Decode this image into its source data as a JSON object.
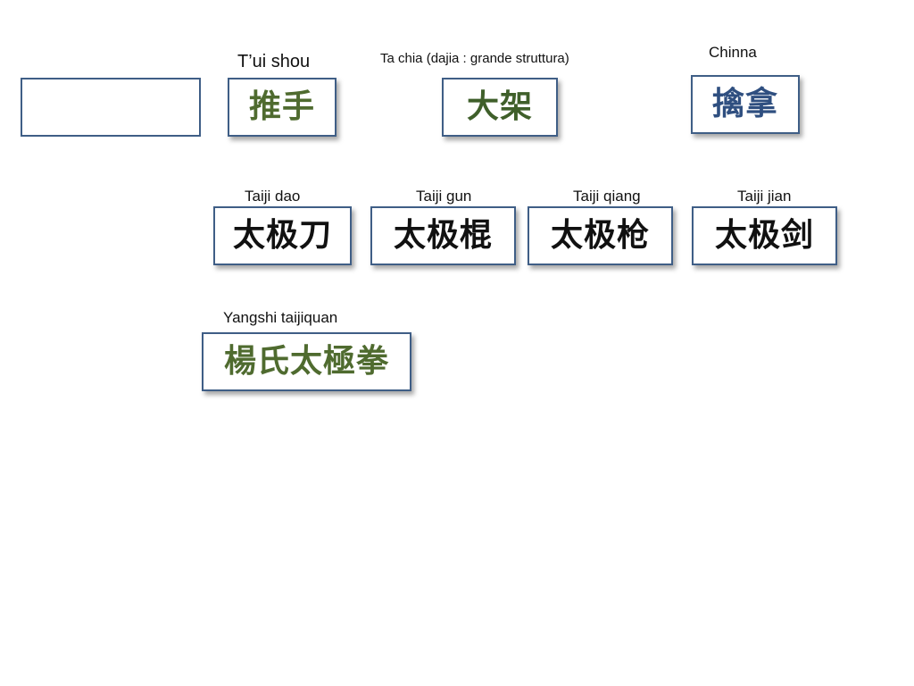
{
  "colors": {
    "border": "#3f5e86",
    "green_text": "#4f6b2f",
    "blue_text": "#2f4f80",
    "black_text": "#111111"
  },
  "items": {
    "tuishou": {
      "caption": "T’ui shou",
      "hanzi": "推手"
    },
    "dajia": {
      "caption": "Ta chia (dajia : grande struttura)",
      "hanzi": "大架"
    },
    "chinna": {
      "caption": "Chinna",
      "hanzi": "擒拿"
    },
    "dao": {
      "caption": "Taiji dao",
      "hanzi": "太极刀"
    },
    "gun": {
      "caption": "Taiji gun",
      "hanzi": "太极棍"
    },
    "qiang": {
      "caption": "Taiji qiang",
      "hanzi": "太极枪"
    },
    "jian": {
      "caption": "Taiji jian",
      "hanzi": "太极剑"
    },
    "yangshi": {
      "caption": "Yangshi taijiquan",
      "hanzi": "楊氏太極拳"
    }
  }
}
